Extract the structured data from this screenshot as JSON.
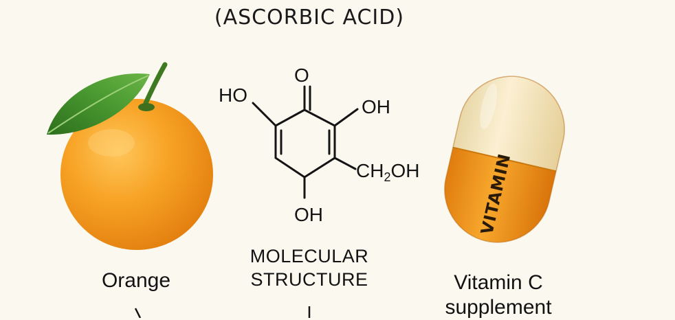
{
  "title": "(ASCORBIC ACID)",
  "items": {
    "orange": {
      "label": "Orange"
    },
    "molecule": {
      "label_line1": "MOLECULAR",
      "label_line2": "STRUCTURE",
      "atom_top": "O",
      "group_left": "HO",
      "group_right": "OH",
      "group_ch2oh_main": "CH",
      "group_ch2oh_sub": "2",
      "group_ch2oh_end": "OH",
      "group_bottom": "OH"
    },
    "supplement": {
      "capsule_text": "VITAMIN",
      "label_line1": "Vitamin C",
      "label_line2": "supplement"
    }
  },
  "colors": {
    "background": "#fbf8f0",
    "orange": "#f39a1a",
    "leaf": "#3f8f2a",
    "capsule_top": "#f4e6bf",
    "capsule_bottom": "#f0901a"
  }
}
